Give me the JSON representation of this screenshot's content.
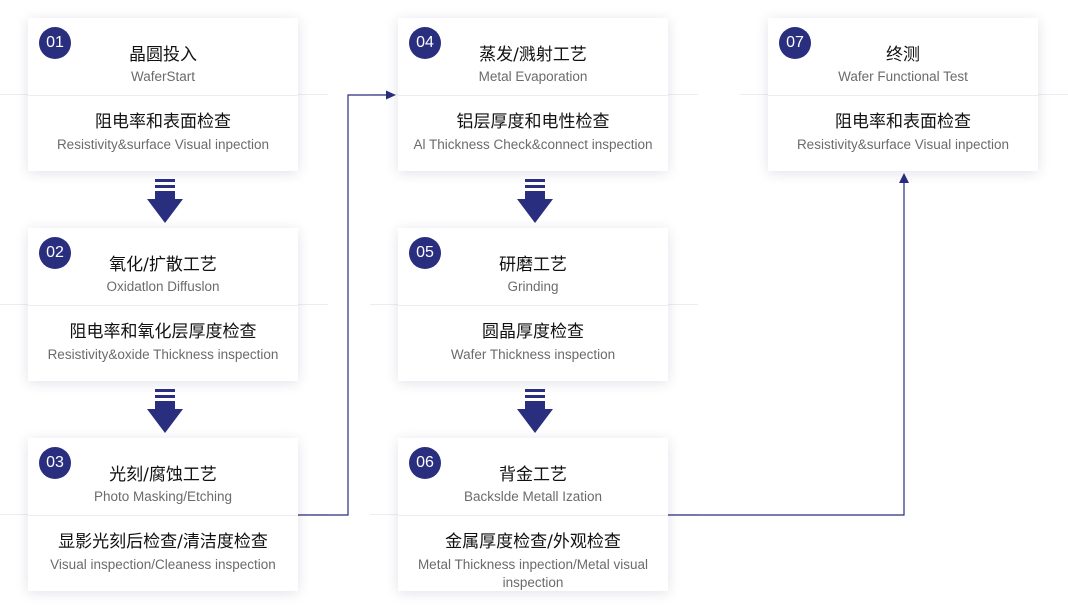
{
  "steps": [
    {
      "number": "01",
      "title": "晶圆投入",
      "subtitle": "WaferStart",
      "check_title": "阻电率和表面检查",
      "check_subtitle": "Resistivity&surface Visual inpection"
    },
    {
      "number": "02",
      "title": "氧化/扩散工艺",
      "subtitle": "Oxidatlon Diffuslon",
      "check_title": "阻电率和氧化层厚度检查",
      "check_subtitle": "Resistivity&oxide Thickness inspection"
    },
    {
      "number": "03",
      "title": "光刻/腐蚀工艺",
      "subtitle": "Photo Masking/Etching",
      "check_title": "显影光刻后检查/清洁度检查",
      "check_subtitle": "Visual inspection/Cleaness inspection"
    },
    {
      "number": "04",
      "title": "蒸发/溅射工艺",
      "subtitle": "Metal Evaporation",
      "check_title": "铝层厚度和电性检查",
      "check_subtitle": "Al Thickness Check&connect inspection"
    },
    {
      "number": "05",
      "title": "研磨工艺",
      "subtitle": "Grinding",
      "check_title": "圆晶厚度检查",
      "check_subtitle": "Wafer Thickness inspection"
    },
    {
      "number": "06",
      "title": "背金工艺",
      "subtitle": "Backslde Metall Ization",
      "check_title": "金属厚度检查/外观检查",
      "check_subtitle": "Metal Thickness inpection/Metal visual inspection"
    },
    {
      "number": "07",
      "title": "终测",
      "subtitle": "Wafer Functional Test",
      "check_title": "阻电率和表面检查",
      "check_subtitle": "Resistivity&surface Visual inpection"
    }
  ],
  "colors": {
    "accent": "#2a2e7e",
    "connector": "#2a2e7e",
    "divider": "#ececf2"
  },
  "icons": {
    "flow_arrow": "down-arrow-icon",
    "badge": "step-number-badge"
  }
}
